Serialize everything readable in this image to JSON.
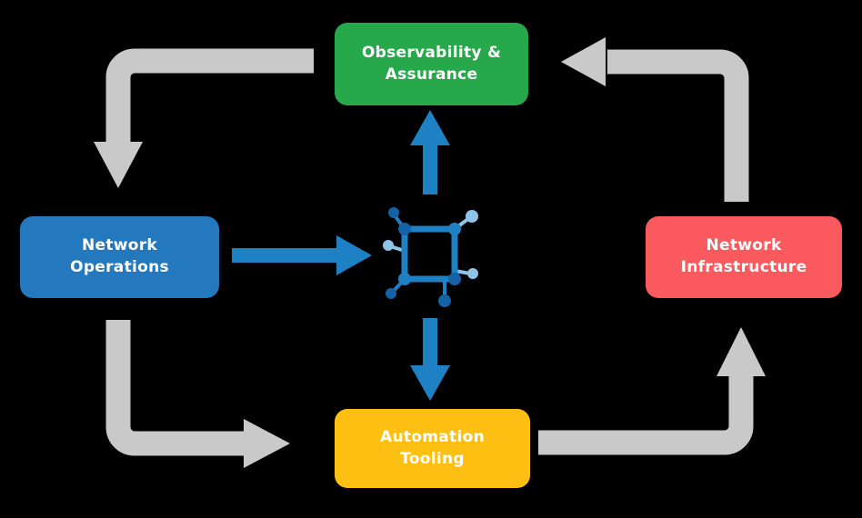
{
  "colors": {
    "background": "#000000",
    "observability-green": "#27a84b",
    "operations-blue": "#2478be",
    "infrastructure-red": "#fa5a5e",
    "automation-yellow": "#fcbf12",
    "arrow-gray": "#c9c9c9",
    "arrow-blue": "#1e81c4",
    "icon-blue": "#1e81c4",
    "icon-light-blue": "#8ec4ea",
    "icon-dark-blue": "#1262a5",
    "node-text": "#ffffff"
  },
  "nodes": {
    "observability": {
      "lines": [
        "Observability &",
        "Assurance"
      ]
    },
    "operations": {
      "lines": [
        "Network",
        "Operations"
      ]
    },
    "infrastructure": {
      "lines": [
        "Network",
        "Infrastructure"
      ]
    },
    "automation": {
      "lines": [
        "Automation",
        "Tooling"
      ]
    }
  },
  "icons": {
    "center": "network-topology-icon"
  }
}
